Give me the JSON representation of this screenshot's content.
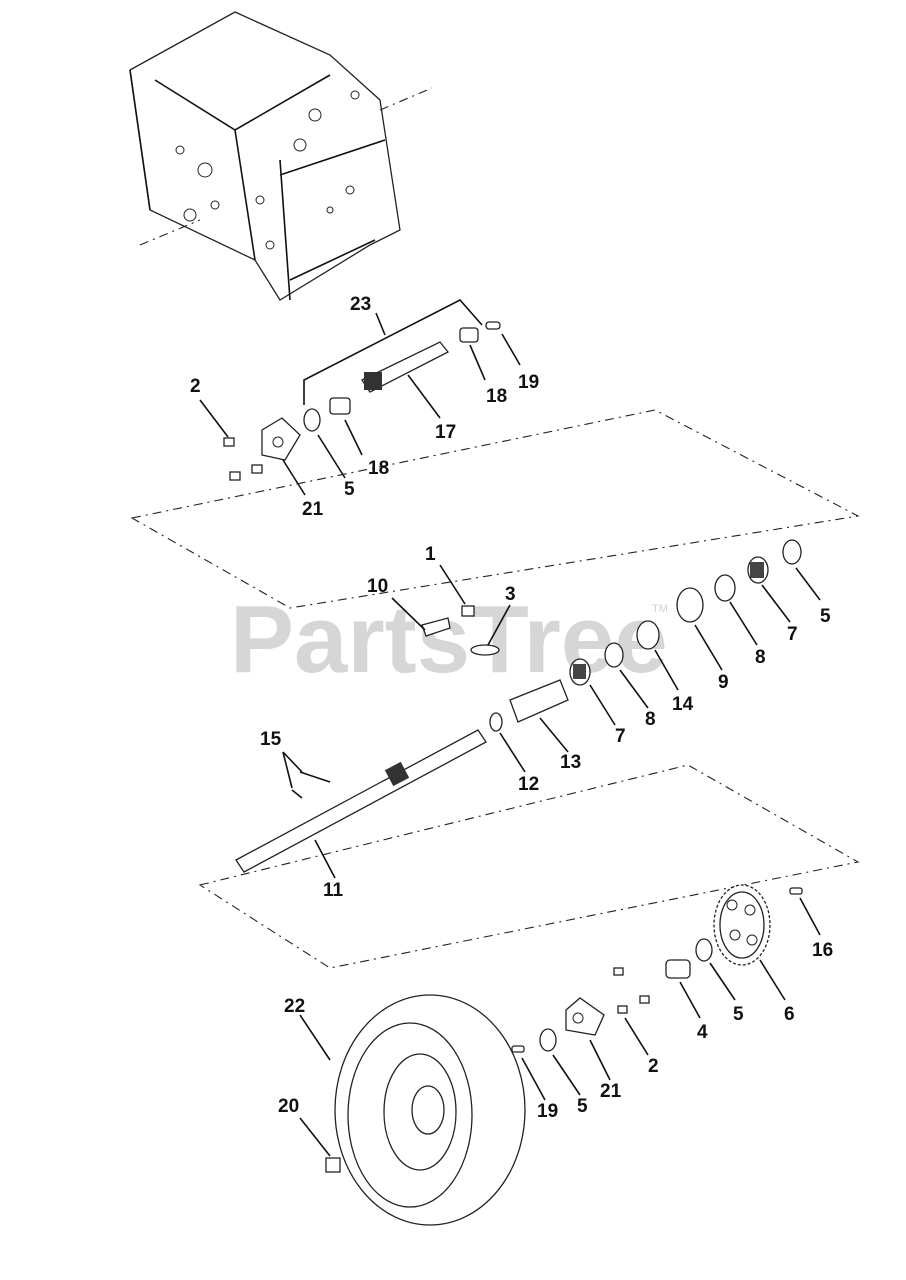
{
  "watermark": {
    "text": "PartsTree",
    "trademark": "TM"
  },
  "callouts": {
    "c1": "1",
    "c2a": "2",
    "c2b": "2",
    "c3": "3",
    "c4": "4",
    "c5a": "5",
    "c5b": "5",
    "c5c": "5",
    "c5d": "5",
    "c6": "6",
    "c7a": "7",
    "c7b": "7",
    "c8a": "8",
    "c8b": "8",
    "c9": "9",
    "c10": "10",
    "c11": "11",
    "c12": "12",
    "c13": "13",
    "c14": "14",
    "c15": "15",
    "c16": "16",
    "c17": "17",
    "c18a": "18",
    "c18b": "18",
    "c19a": "19",
    "c19b": "19",
    "c20": "20",
    "c21a": "21",
    "c21b": "21",
    "c22": "22",
    "c23": "23"
  }
}
